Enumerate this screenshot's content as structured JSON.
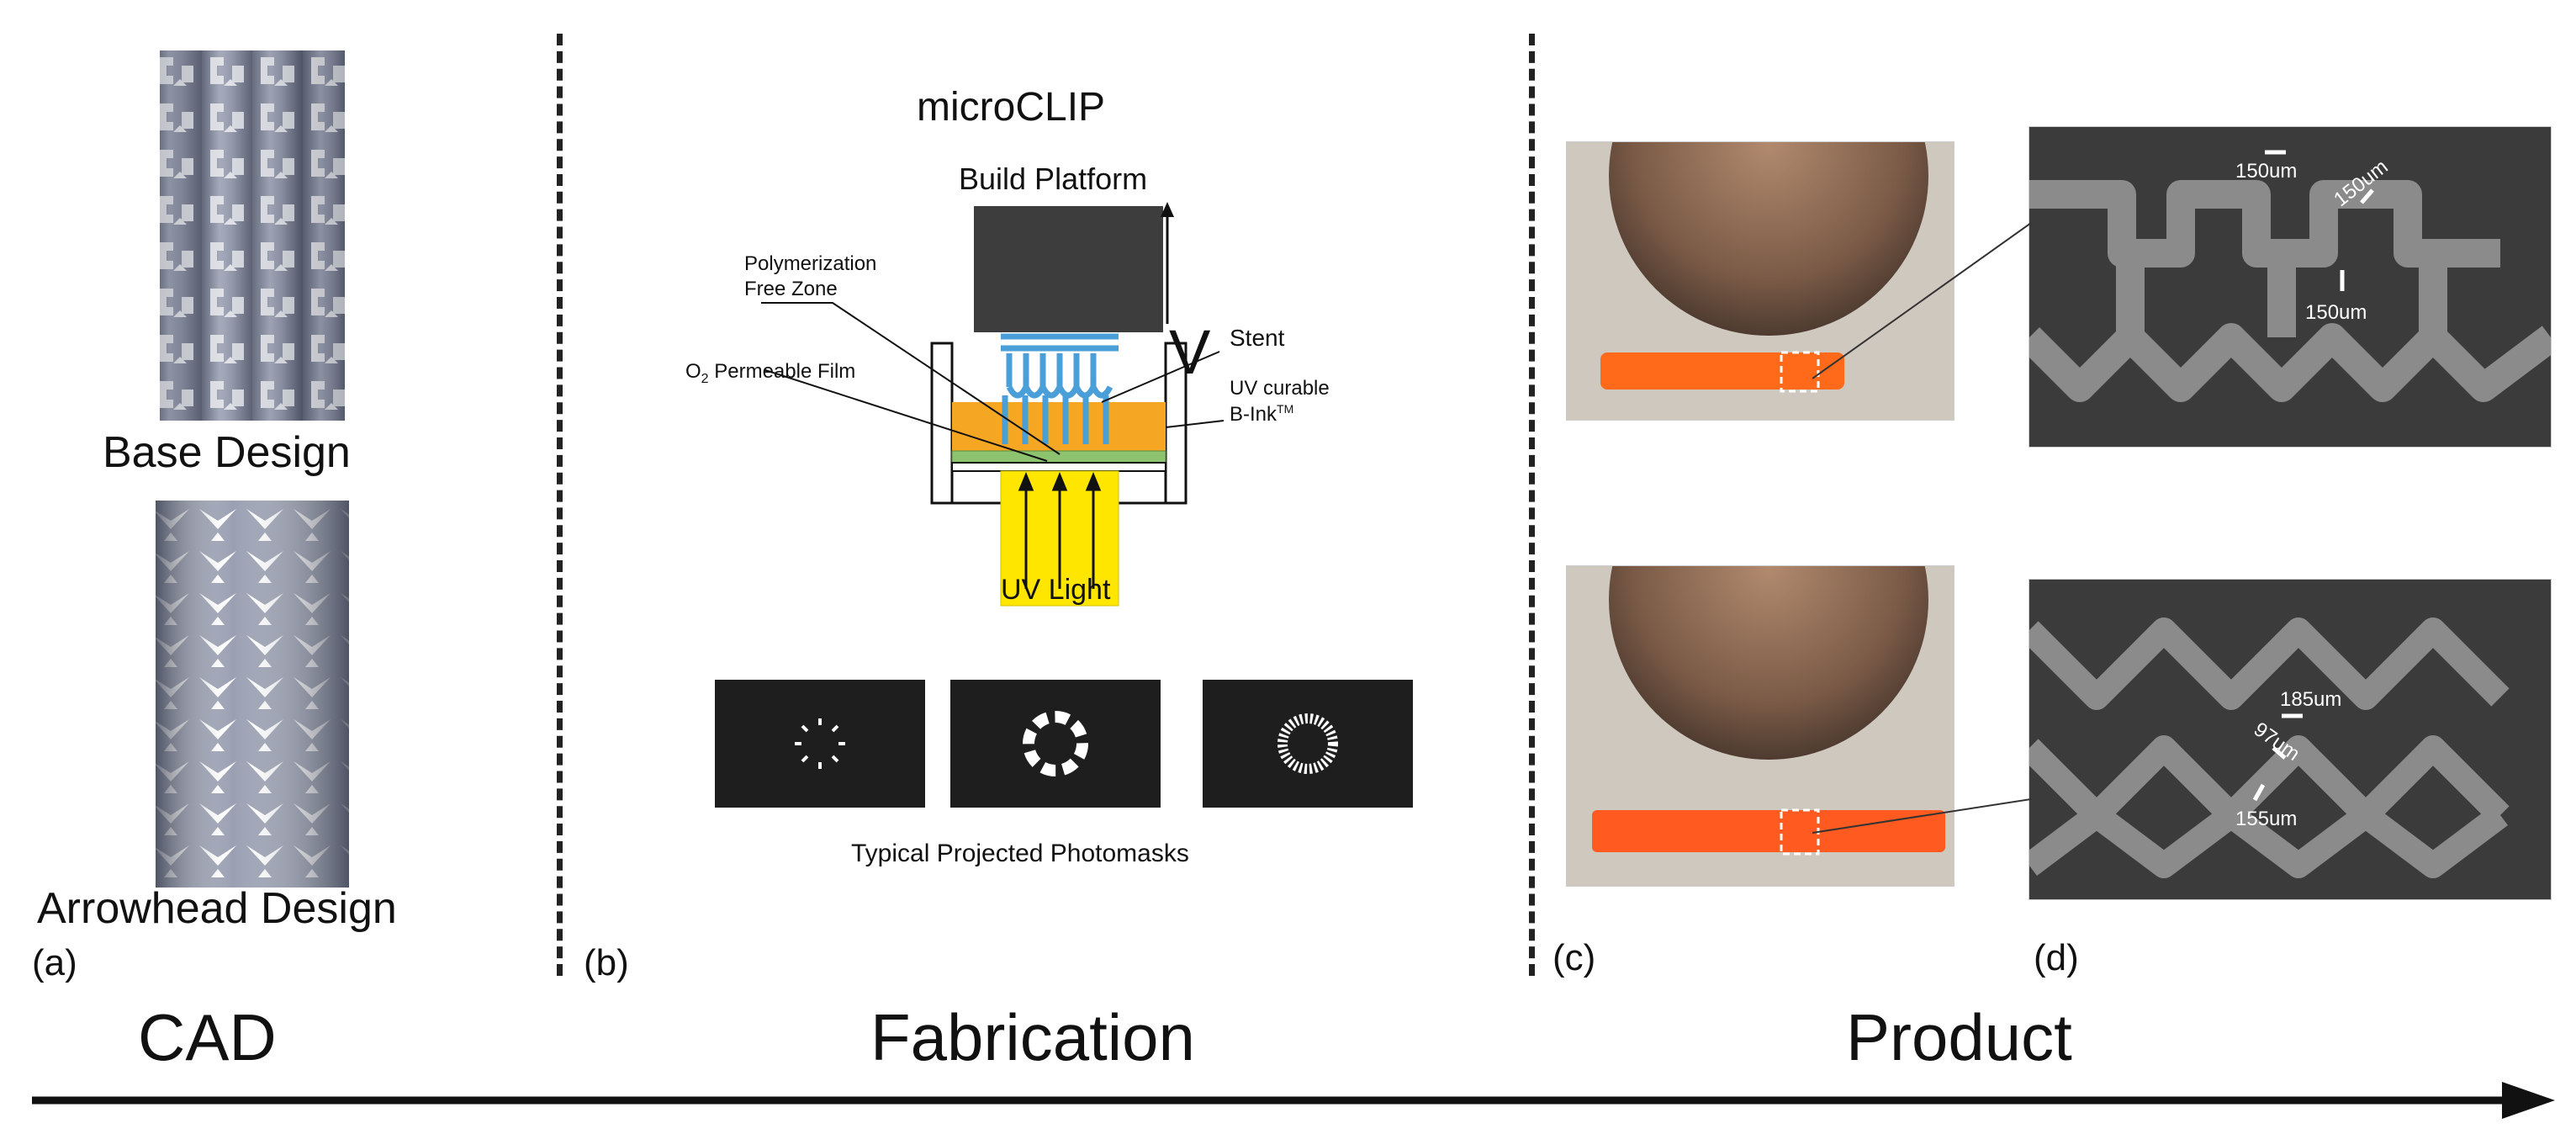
{
  "cad": {
    "base_design": "Base Design",
    "arrowhead_design": "Arrowhead Design",
    "panel": "(a)"
  },
  "fabrication": {
    "title": "microCLIP",
    "build_platform": "Build Platform",
    "velocity": "V",
    "polymerization_line1": "Polymerization",
    "polymerization_line2": "Free Zone",
    "stent": "Stent",
    "o2_film_prefix": "O",
    "o2_film_sub": "2",
    "o2_film_suffix": " Permeable Film",
    "uv_curable_line1": "UV curable",
    "uv_curable_line2": "B-Ink",
    "uv_curable_tm": "TM",
    "uv_light": "UV Light",
    "photomasks": "Typical Projected Photomasks",
    "panel": "(b)"
  },
  "product": {
    "panel_c": "(c)",
    "panel_d": "(d)",
    "top_measurements": [
      "150um",
      "150um",
      "150um"
    ],
    "bottom_measurements": [
      "185um",
      "97um",
      "155um"
    ]
  },
  "stages": {
    "cad": "CAD",
    "fabrication": "Fabrication",
    "product": "Product"
  },
  "colors": {
    "stent_blue": "#4a9fd8",
    "resin_orange": "#f5a623",
    "film_green": "#8dc26f",
    "uv_yellow": "#ffe600",
    "platform_gray": "#3d3d3d",
    "printed_stent": "#ff6a1a"
  }
}
